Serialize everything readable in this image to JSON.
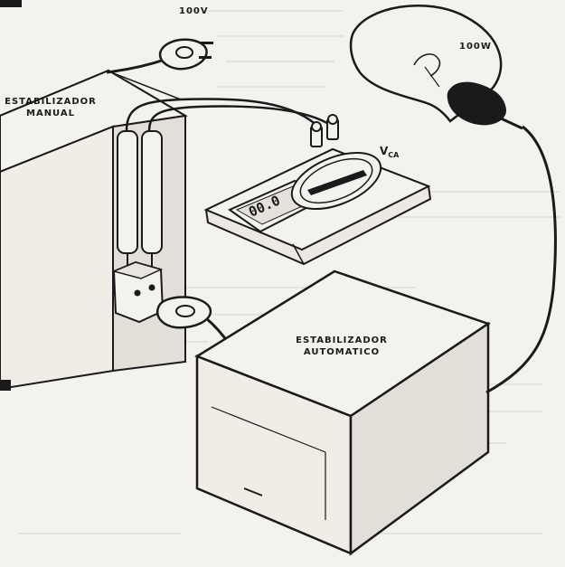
{
  "labels": {
    "plug_voltage": "100V",
    "lamp_power": "100W",
    "manual_stabilizer_line1": "ESTABILIZADOR",
    "manual_stabilizer_line2": "MANUAL",
    "auto_stabilizer_line1": "ESTABILIZADOR",
    "auto_stabilizer_line2": "AUTOMATICO",
    "meter_v": "V",
    "meter_ca": "CA"
  },
  "meter": {
    "display": "00.0"
  },
  "colors": {
    "ink": "#1a1a1a",
    "paper": "#f4f2ee"
  }
}
